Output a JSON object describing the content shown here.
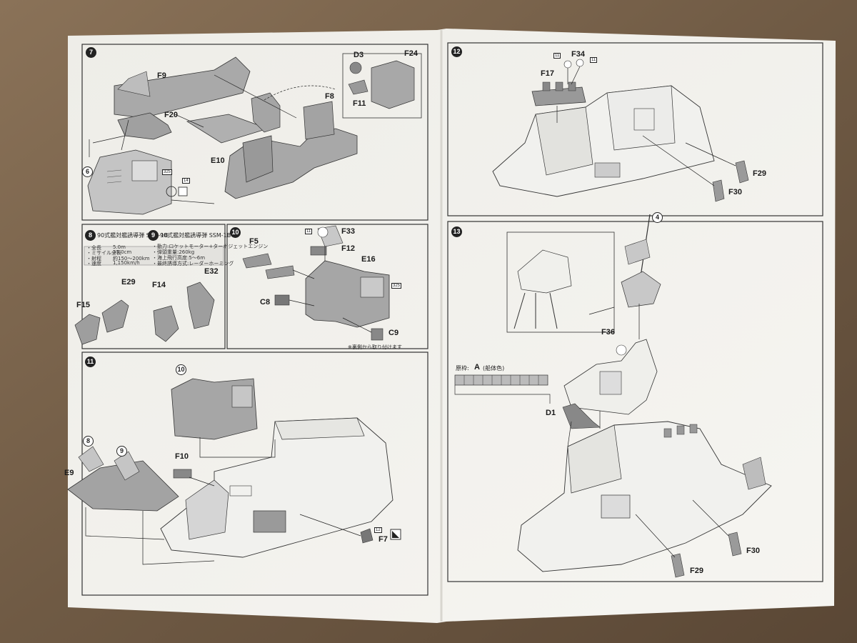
{
  "colors": {
    "table": "#6b5742",
    "paper": "#f4f3ef",
    "part_grey": "#9a9a9a",
    "line": "#2a2a2a"
  },
  "steps": [
    {
      "id": "s7",
      "number": "7",
      "parts": [
        "F9",
        "F20",
        "E10",
        "F8",
        "D3",
        "F24",
        "F11"
      ],
      "sub_number": "6",
      "tag": "325",
      "ref": "14"
    },
    {
      "id": "s8",
      "number": "8",
      "title": "90式艦対艦誘導弾 SSM-1B",
      "specs": [
        "・全長",
        "・ミサイル全長",
        "・射程",
        "・速度"
      ],
      "values": [
        "5.0m",
        "35.0cm",
        "約150〜200km",
        "1,150km/h"
      ],
      "parts": [
        "F15",
        "E29"
      ]
    },
    {
      "id": "s9",
      "number": "9",
      "title": "90式艦対艦誘導弾 SSM-1B",
      "specs": [
        "・動力:ロケットモーター+ターボジェットエンジン",
        "・弾頭重量:260kg",
        "・海上飛行高度:5〜6m",
        "・最終誘導方式:レーダーホーミング"
      ],
      "parts": [
        "F14",
        "E32"
      ]
    },
    {
      "id": "s10",
      "number": "10",
      "parts": [
        "F33",
        "F12",
        "F5",
        "E16",
        "C8",
        "C9"
      ],
      "ref": "11",
      "tag": "325",
      "note": "※裏側から取り付けます"
    },
    {
      "id": "s11",
      "number": "11",
      "parts": [
        "E9",
        "F10",
        "F7"
      ],
      "sub": [
        "8",
        "9",
        "10"
      ],
      "ref": "12"
    },
    {
      "id": "s12",
      "number": "12",
      "parts": [
        "F17",
        "F34",
        "F29",
        "F30"
      ],
      "refs": [
        "11",
        "11"
      ]
    },
    {
      "id": "s13",
      "number": "13",
      "parts": [
        "F36",
        "D1",
        "F30",
        "F29"
      ],
      "sprue_label": "原枠:",
      "sprue_letter": "A",
      "sprue_color": "(船体色)",
      "sub": "4"
    }
  ]
}
